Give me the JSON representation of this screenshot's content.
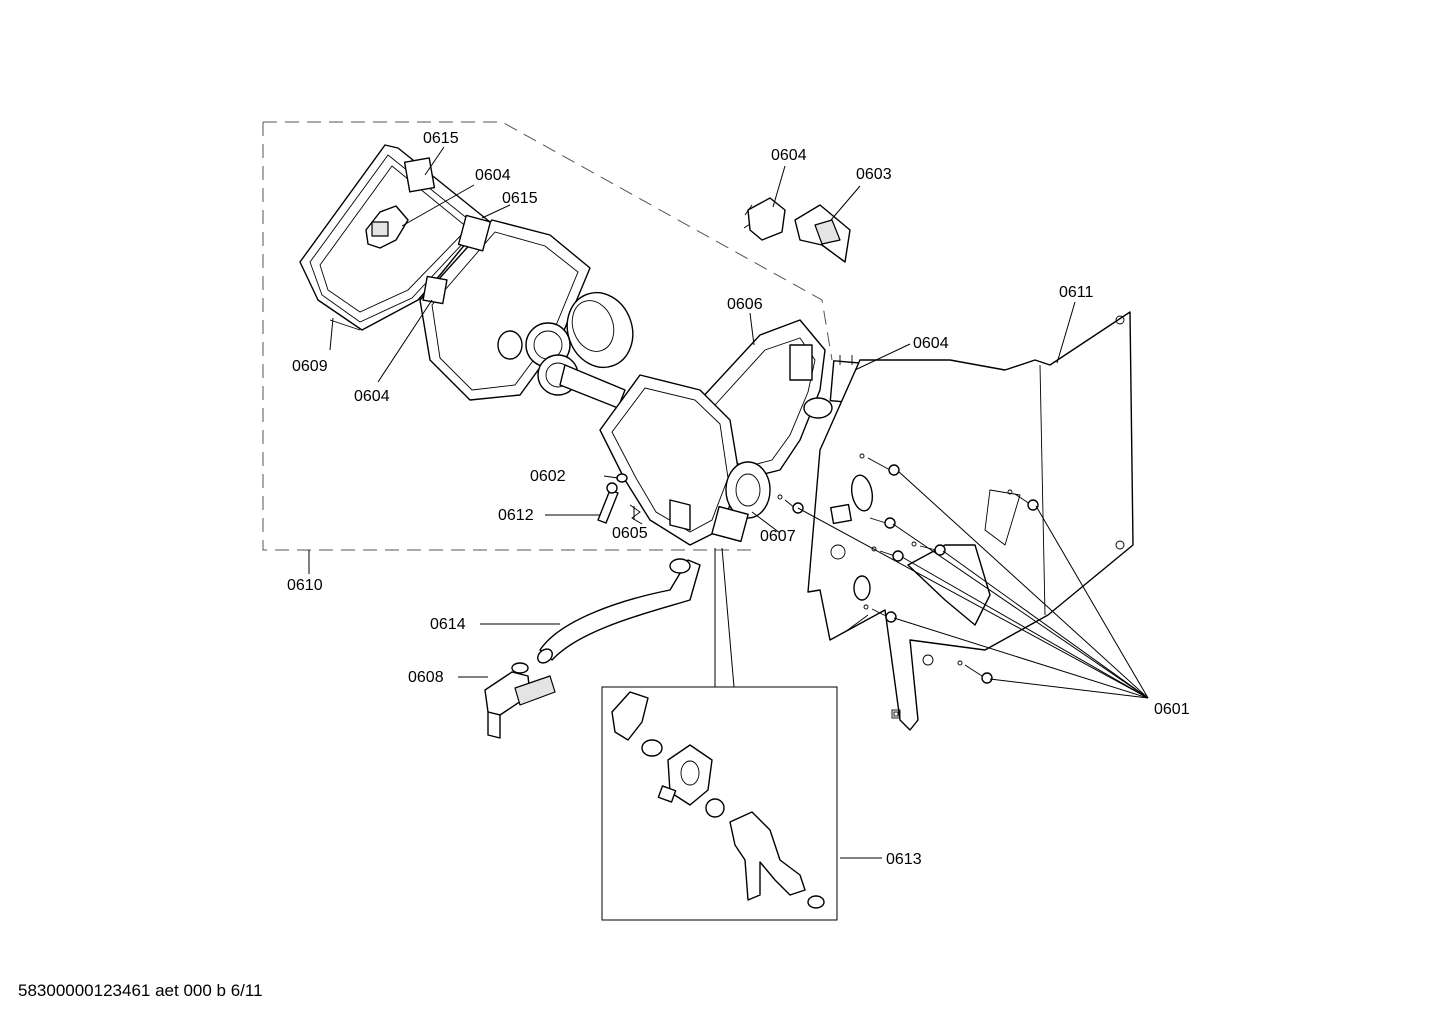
{
  "diagram": {
    "labels": {
      "l0615a": "0615",
      "l0604a": "0604",
      "l0615b": "0615",
      "l0609": "0609",
      "l0604b": "0604",
      "l0604c": "0604",
      "l0603": "0603",
      "l0606": "0606",
      "l0611": "0611",
      "l0604d": "0604",
      "l0602": "0602",
      "l0612": "0612",
      "l0605": "0605",
      "l0607": "0607",
      "l0610": "0610",
      "l0614": "0614",
      "l0608": "0608",
      "l0601": "0601",
      "l0613": "0613"
    }
  },
  "footer": {
    "text": "58300000123461 aet 000 b 6/11"
  }
}
